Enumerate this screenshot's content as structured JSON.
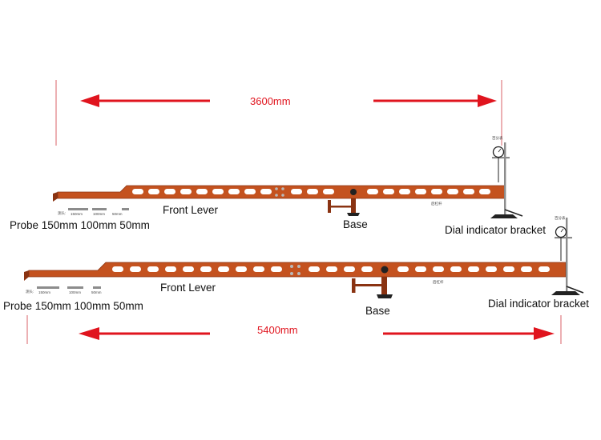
{
  "colors": {
    "arrow": "#e0141e",
    "lever": "#c4521f",
    "lever_dark": "#8a3312",
    "slot": "#ffffff",
    "bolt": "#b9b9b9",
    "guide_line": "#e07a80",
    "steel": "#8c8c8c",
    "dark": "#222222"
  },
  "top": {
    "dimension": "3600mm",
    "front_lever": "Front Lever",
    "base": "Base",
    "dial_bracket": "Dial indicator bracket",
    "probe_line": "Probe  150mm 100mm 50mm",
    "tiny": {
      "probe": "测头:",
      "p150": "150mm",
      "p100": "100mm",
      "p50": "50mm",
      "dial": "百分表",
      "rear": "后杠杆"
    }
  },
  "bottom": {
    "dimension": "5400mm",
    "front_lever": "Front Lever",
    "base": "Base",
    "dial_bracket": "Dial indicator bracket",
    "probe_line": "Probe  150mm 100mm 50mm",
    "tiny": {
      "probe": "测头:",
      "p150": "150mm",
      "p100": "100mm",
      "p50": "50mm",
      "dial": "百分表",
      "rear": "后杠杆"
    }
  }
}
